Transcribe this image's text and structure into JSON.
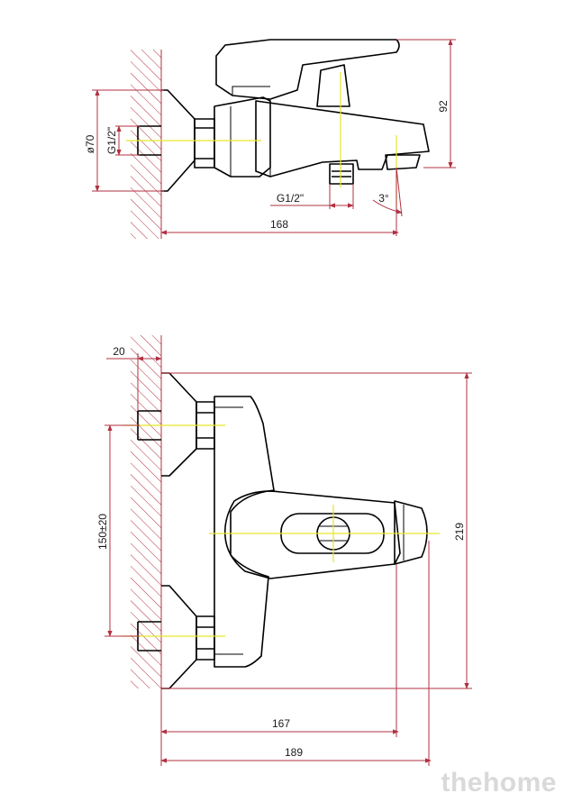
{
  "top_view": {
    "dim_diameter": "ø70",
    "dim_thread_left": "G1/2\"",
    "dim_thread_bottom": "G1/2\"",
    "dim_angle": "3°",
    "dim_height": "92",
    "dim_length": "168"
  },
  "front_view": {
    "dim_offset": "20",
    "dim_spacing": "150±20",
    "dim_height": "219",
    "dim_length_inner": "167",
    "dim_length_total": "189"
  },
  "watermark": "thehome",
  "colors": {
    "dimension": "#b03040",
    "centerline": "#e6e62a",
    "outline": "#000000"
  }
}
